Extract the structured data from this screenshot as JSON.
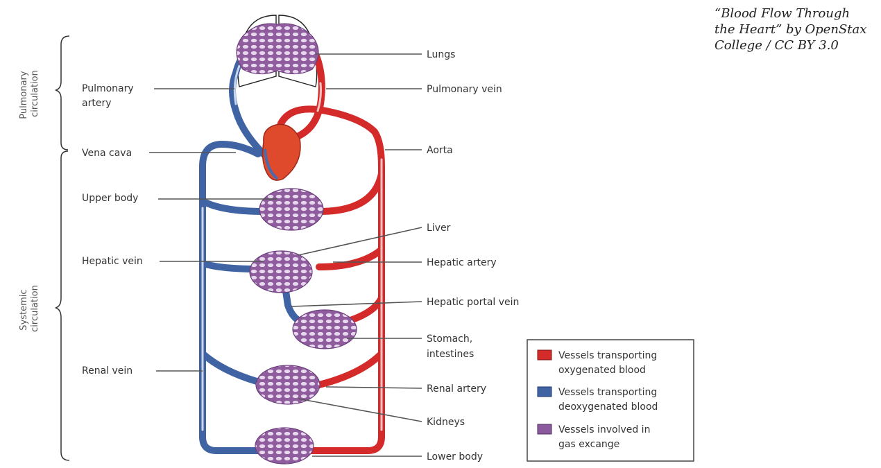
{
  "credit": {
    "line1": "“Blood Flow Through",
    "line2": "the Heart” by OpenStax",
    "line3": "College / CC BY 3.0"
  },
  "side_labels": {
    "pulmonary_1": "Pulmonary",
    "pulmonary_2": "circulation",
    "systemic_1": "Systemic",
    "systemic_2": "circulation"
  },
  "labels_left": {
    "pulmonary_artery_1": "Pulmonary",
    "pulmonary_artery_2": "artery",
    "vena_cava": "Vena cava",
    "upper_body": "Upper body",
    "hepatic_vein": "Hepatic vein",
    "renal_vein": "Renal vein"
  },
  "labels_right": {
    "lungs": "Lungs",
    "pulmonary_vein": "Pulmonary vein",
    "aorta": "Aorta",
    "liver": "Liver",
    "hepatic_artery": "Hepatic artery",
    "hepatic_portal_vein": "Hepatic portal vein",
    "stomach_1": "Stomach,",
    "stomach_2": "intestines",
    "renal_artery": "Renal artery",
    "kidneys": "Kidneys",
    "lower_body": "Lower body"
  },
  "legend": {
    "oxygenated_1": "Vessels transporting",
    "oxygenated_2": "oxygenated blood",
    "deoxygenated_1": "Vessels transporting",
    "deoxygenated_2": "deoxygenated blood",
    "exchange_1": "Vessels involved in",
    "exchange_2": "gas excange"
  },
  "colors": {
    "oxygenated": "#d42a2a",
    "deoxygenated": "#3f63a3",
    "exchange": "#8a5a9c"
  }
}
